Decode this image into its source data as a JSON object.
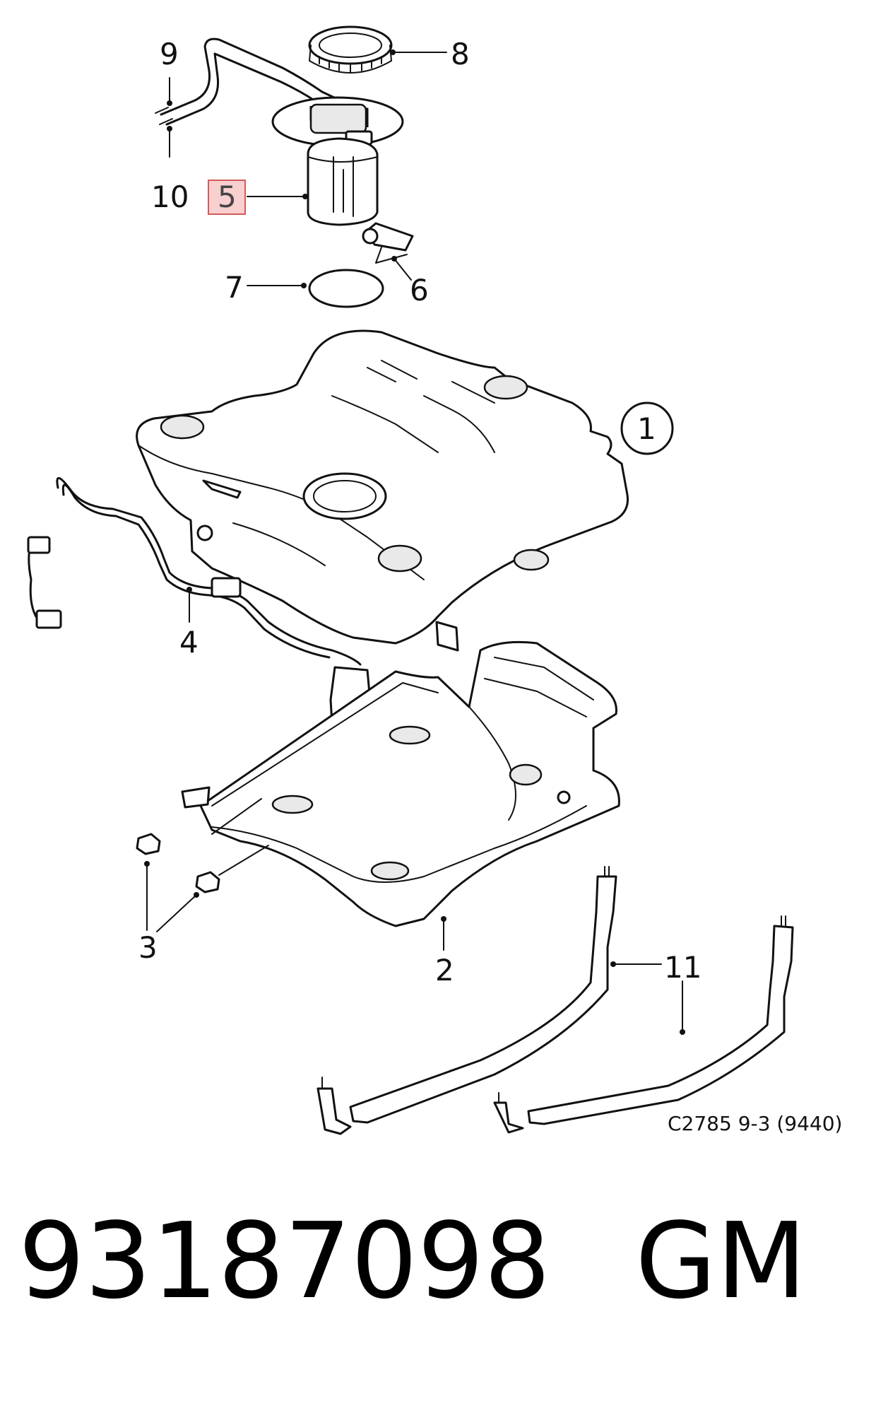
{
  "callouts": {
    "c1": "1",
    "c2": "2",
    "c3": "3",
    "c4": "4",
    "c5": "5",
    "c6": "6",
    "c7": "7",
    "c8": "8",
    "c9": "9",
    "c10": "10",
    "c11": "11"
  },
  "highlighted_callout": "5",
  "reference_code": "C2785 9-3 (9440)",
  "part_number": "93187098",
  "brand": "GM",
  "colors": {
    "highlight_fill": "#f8d0d0",
    "highlight_border": "#d45a5a",
    "line": "#111111"
  }
}
